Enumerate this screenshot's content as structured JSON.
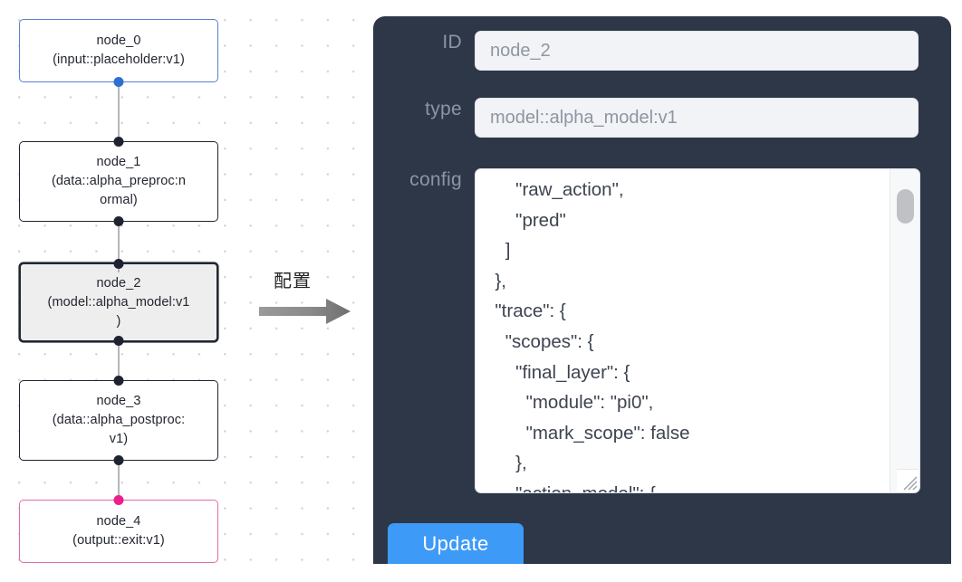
{
  "canvas": {
    "background_color": "#ffffff",
    "dot_color": "#d3d3d8"
  },
  "graph": {
    "edge_color": "#b6b6bb",
    "nodes": [
      {
        "id": "node_0",
        "label": "node_0\n(input::placeholder:v1)",
        "role": "input",
        "border_color": "#5b7fd4",
        "fill_color": "#ffffff",
        "selected": false,
        "handles": [
          "bottom"
        ],
        "handle_color": "#2f6fd0"
      },
      {
        "id": "node_1",
        "label": "node_1\n(data::alpha_preproc:n\normal)",
        "role": "process",
        "border_color": "#1f2430",
        "fill_color": "#ffffff",
        "selected": false,
        "handles": [
          "top",
          "bottom"
        ],
        "handle_color": "#1e2330"
      },
      {
        "id": "node_2",
        "label": "node_2\n(model::alpha_model:v1\n)",
        "role": "model",
        "border_color": "#222733",
        "fill_color": "#eeeeee",
        "selected": true,
        "handles": [
          "top",
          "bottom"
        ],
        "handle_color": "#1e2330"
      },
      {
        "id": "node_3",
        "label": "node_3\n(data::alpha_postproc:\nv1)",
        "role": "process",
        "border_color": "#1f2430",
        "fill_color": "#ffffff",
        "selected": false,
        "handles": [
          "top",
          "bottom"
        ],
        "handle_color": "#1e2330"
      },
      {
        "id": "node_4",
        "label": "node_4\n(output::exit:v1)",
        "role": "output",
        "border_color": "#e36aa6",
        "fill_color": "#ffffff",
        "selected": false,
        "handles": [
          "top"
        ],
        "handle_color": "#ec1f8d"
      }
    ]
  },
  "annotation": {
    "label": "配置",
    "arrow_color": "#808080"
  },
  "panel": {
    "background_color": "#2d3748",
    "fields": {
      "id": {
        "label": "ID",
        "value": "node_2",
        "placeholder": "ID"
      },
      "type": {
        "label": "type",
        "value": "model::alpha_model:v1",
        "placeholder": "type"
      },
      "config": {
        "label": "config",
        "value": "      \"raw_action\",\n      \"pred\"\n    ]\n  },\n  \"trace\": {\n    \"scopes\": {\n      \"final_layer\": {\n        \"module\": \"pi0\",\n        \"mark_scope\": false\n      },\n      \"action_model\": {",
        "scrollbar_visible": true,
        "resize_handle": true
      }
    },
    "update_button": {
      "label": "Update",
      "color": "#3d9bf7"
    }
  }
}
